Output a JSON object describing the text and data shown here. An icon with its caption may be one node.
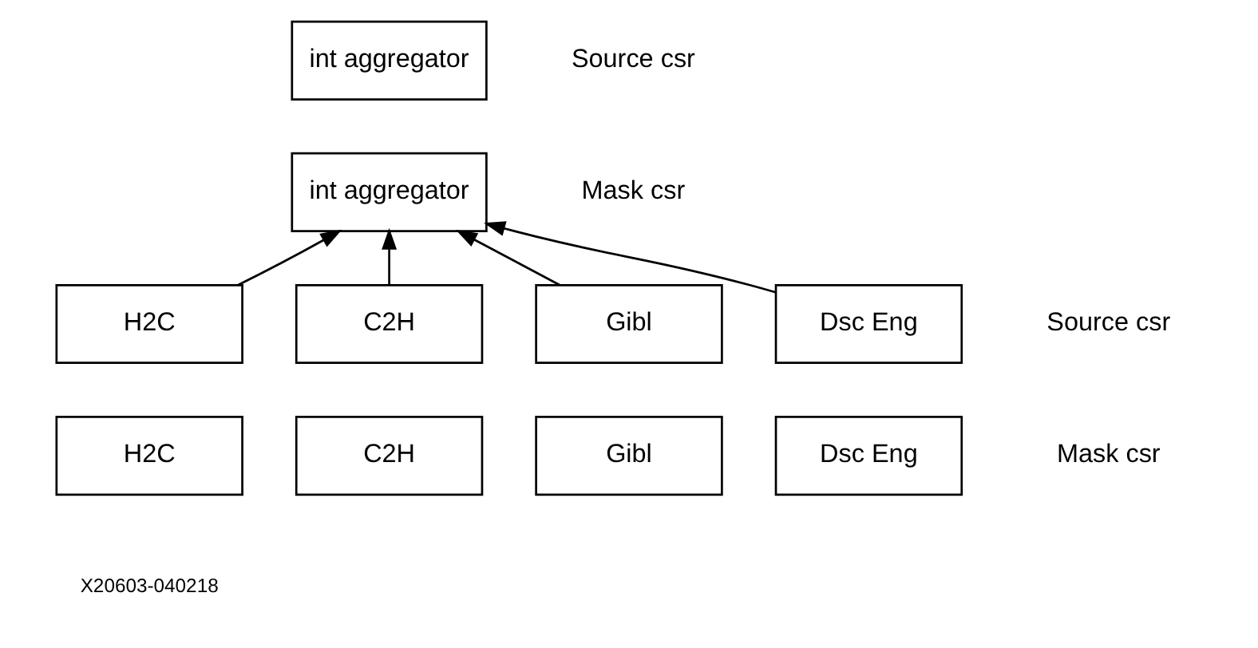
{
  "diagram": {
    "nodes": [
      {
        "text": [
          "int aggregator"
        ]
      },
      {
        "text": [
          "int aggregator"
        ]
      },
      {
        "text": [
          "H2C"
        ]
      },
      {
        "text": [
          "C2H"
        ]
      },
      {
        "text": [
          "Gibl"
        ]
      },
      {
        "text": [
          "Dsc Eng"
        ]
      },
      {
        "text": [
          "H2C"
        ]
      },
      {
        "text": [
          "C2H"
        ]
      },
      {
        "text": [
          "Gibl"
        ]
      },
      {
        "text": [
          "Dsc Eng"
        ]
      }
    ],
    "edges": [
      {
        "from": 2,
        "to": 1,
        "arrow": "to"
      },
      {
        "from": 3,
        "to": 1,
        "arrow": "to"
      },
      {
        "from": 4,
        "to": 1,
        "arrow": "to"
      },
      {
        "from": 5,
        "to": 1,
        "arrow": "to"
      }
    ],
    "labels": [
      "Source csr",
      "Mask csr",
      "Source csr",
      "Mask csr",
      "X20603-040218"
    ]
  }
}
